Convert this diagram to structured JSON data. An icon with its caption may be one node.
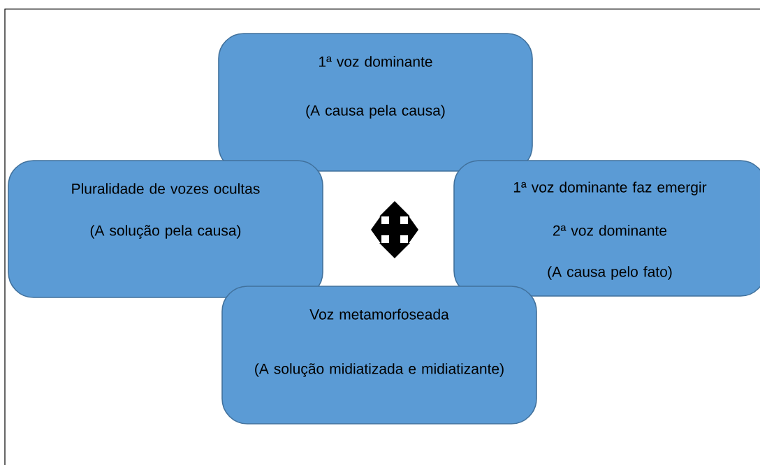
{
  "diagram": {
    "nodes": [
      {
        "text": [
          "1ª voz dominante",
          "(A causa pela causa)"
        ]
      },
      {
        "text": [
          "Pluralidade de vozes ocultas",
          "(A solução pela causa)"
        ]
      },
      {
        "text": [
          "1ª voz dominante faz emergir",
          "2ª voz dominante",
          "(A causa pelo fato)"
        ]
      },
      {
        "text": [
          "Voz metamorfoseada",
          "(A solução midiatizada e midiatizante)"
        ]
      }
    ]
  }
}
